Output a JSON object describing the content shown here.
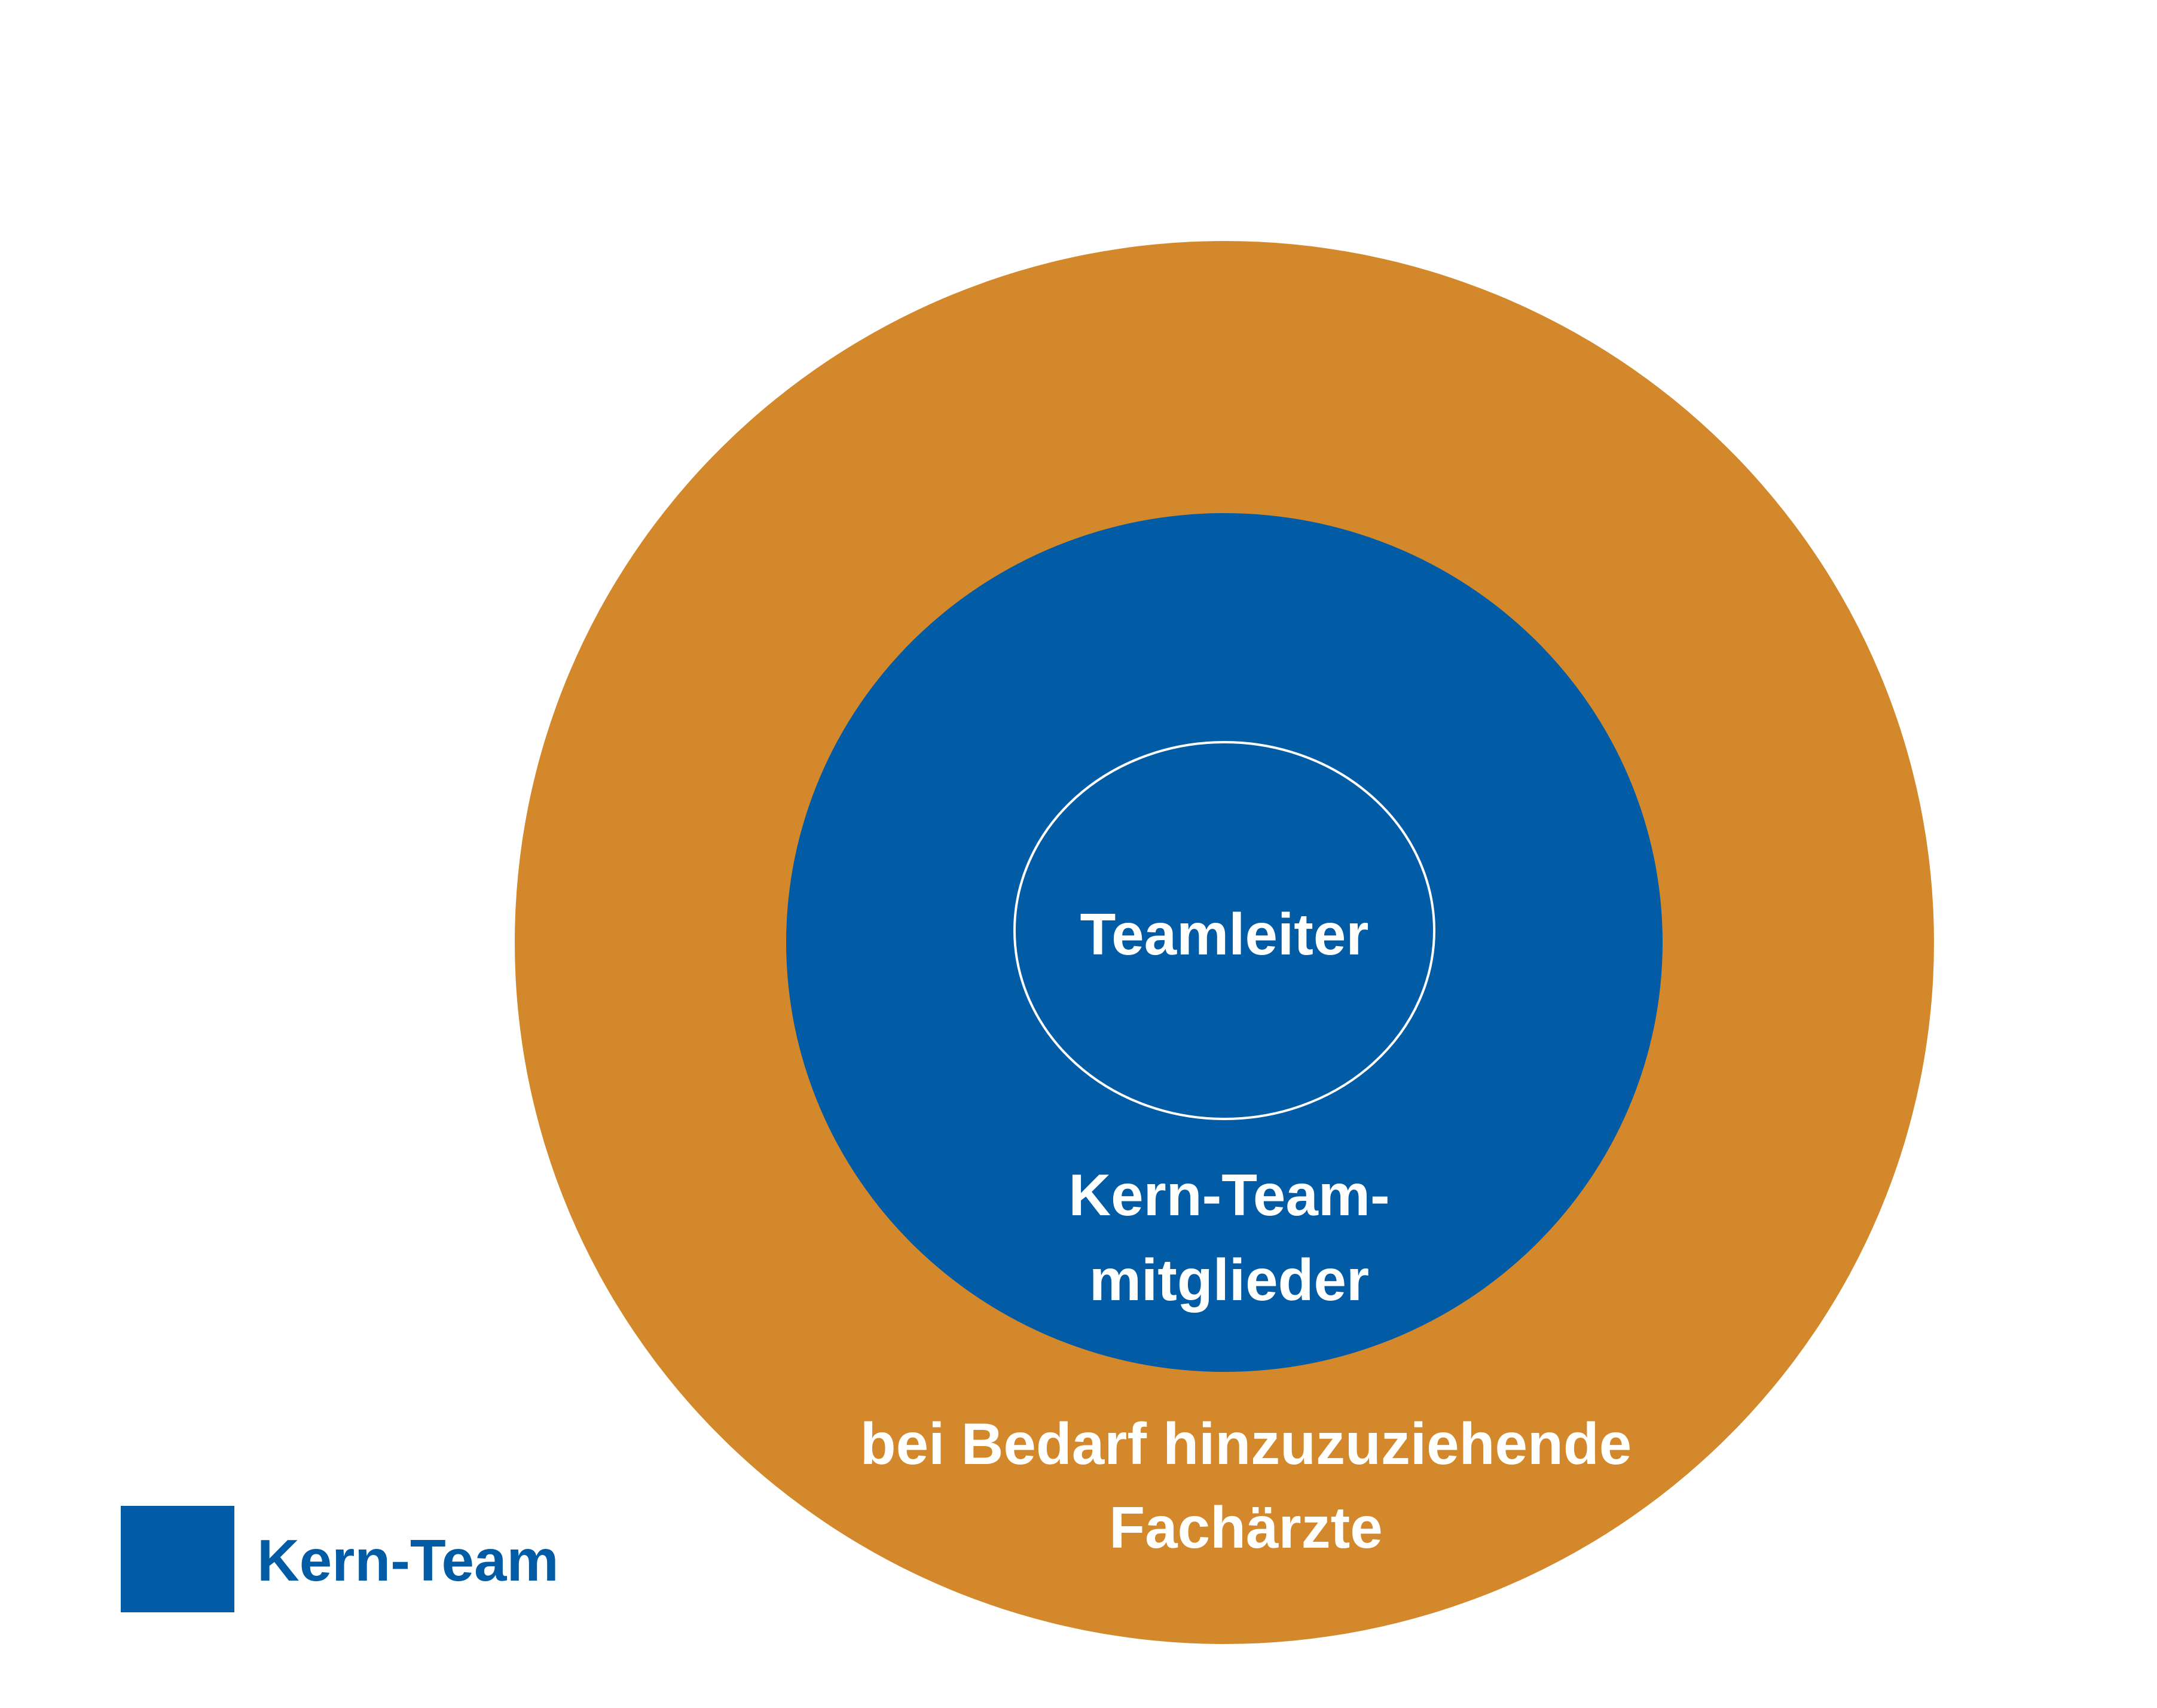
{
  "colors": {
    "outer": "#D3882B",
    "middle": "#015BA5",
    "inner_stroke": "#FFFFFF",
    "label_text": "#FFFFFF",
    "legend_text": "#015BA5"
  },
  "rings": {
    "inner": {
      "label": "Teamleiter"
    },
    "middle": {
      "label_line1": "Kern-Team-",
      "label_line2": "mitglieder"
    },
    "outer": {
      "label_line1": "bei Bedarf hinzuzuziehende",
      "label_line2": "Fachärzte"
    }
  },
  "legend": {
    "label": "Kern-Team",
    "swatch_color": "#015BA5"
  }
}
